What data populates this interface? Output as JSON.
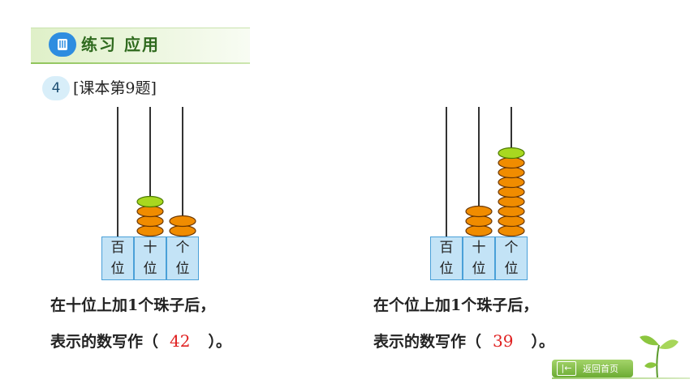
{
  "header": {
    "title": "练习 应用",
    "icon": "notebook-icon",
    "accent": "#2e8de0"
  },
  "exercise": {
    "number": "4",
    "reference": "[课本第9题]"
  },
  "place_labels": {
    "hundreds": [
      "百",
      "位"
    ],
    "tens": [
      "十",
      "位"
    ],
    "ones": [
      "个",
      "位"
    ]
  },
  "abacus_left": {
    "hundreds_beads": 0,
    "tens_beads": 3,
    "ones_beads": 2,
    "added_bead_rod": "tens"
  },
  "abacus_right": {
    "hundreds_beads": 0,
    "tens_beads": 3,
    "ones_beads": 8,
    "added_bead_rod": "ones"
  },
  "problem_left": {
    "line1": "在十位上加1个珠子后，",
    "line2_prefix": "表示的数写作（",
    "answer": "42",
    "line2_suffix": "）。"
  },
  "problem_right": {
    "line1": "在个位上加1个珠子后，",
    "line2_prefix": "表示的数写作（",
    "answer": "39",
    "line2_suffix": "）。"
  },
  "navigation": {
    "home_label": "返回首页",
    "arrow_icon": "back-arrow-icon"
  },
  "colors": {
    "bead": "#f08c00",
    "added_bead": "#a8d820",
    "answer": "#e02020",
    "label_box": "#c3e3f6"
  }
}
